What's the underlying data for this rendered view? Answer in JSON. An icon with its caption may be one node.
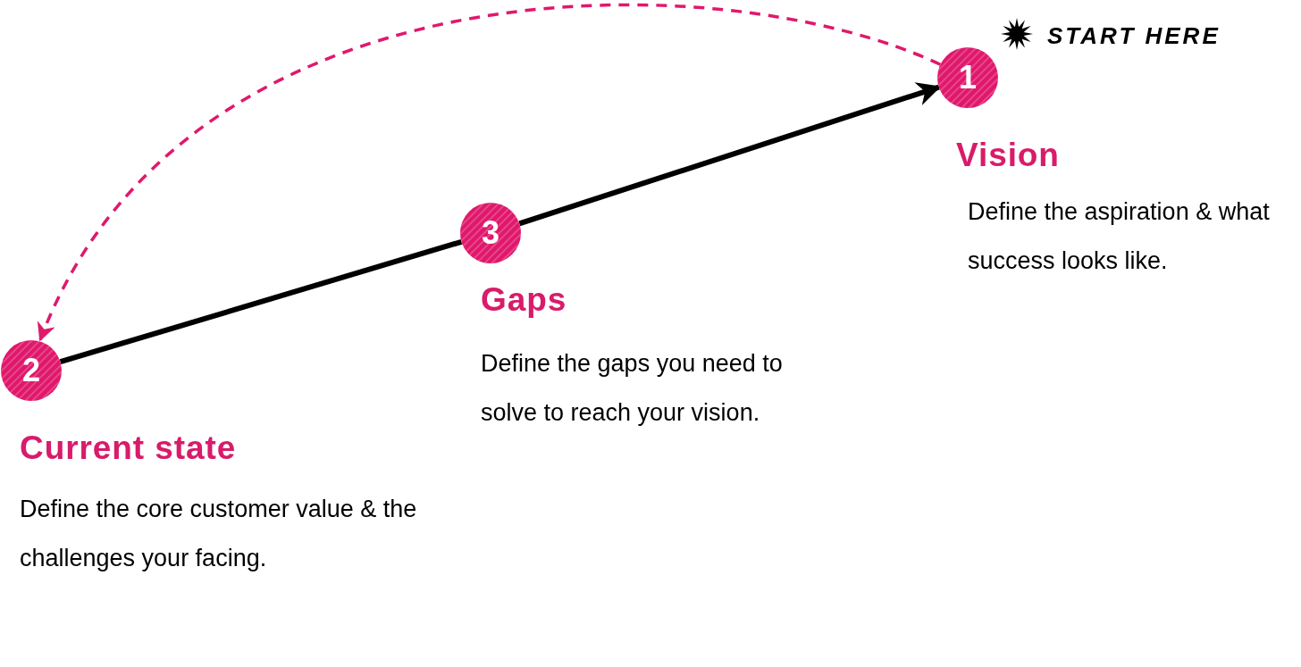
{
  "diagram": {
    "nodes": [
      {
        "text": [
          "1"
        ],
        "beside": [
          "Vision",
          "Define the aspiration & what success looks like."
        ]
      },
      {
        "text": [
          "2"
        ],
        "beside": [
          "Current state",
          "Define the core customer value & the challenges your facing."
        ]
      },
      {
        "text": [
          "3"
        ],
        "beside": [
          "Gaps",
          "Define the gaps you need to solve to reach your vision."
        ]
      }
    ],
    "edges": [
      {
        "from": 1,
        "to": 2,
        "arrow": "none"
      },
      {
        "from": 2,
        "to": 0,
        "arrow": "to"
      },
      {
        "from": 0,
        "to": 1,
        "arrow": "to",
        "style": "dashed",
        "color": "#e0186c"
      }
    ],
    "labels": [
      "START HERE"
    ]
  }
}
